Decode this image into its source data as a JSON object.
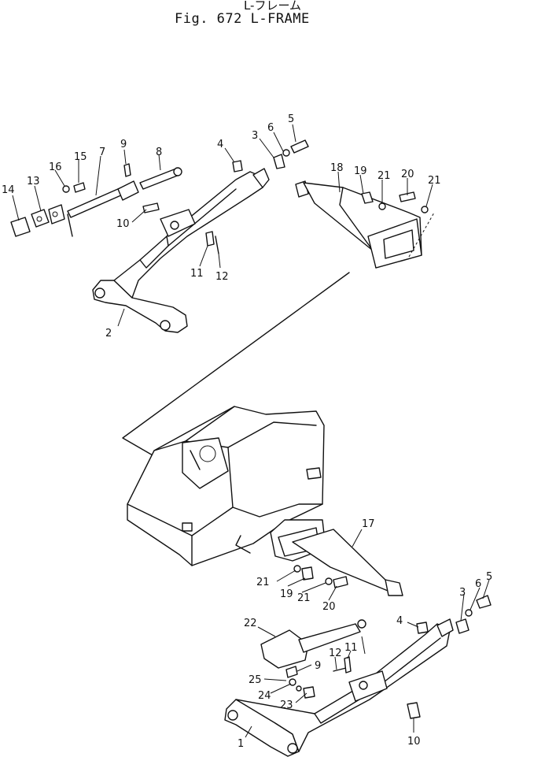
{
  "figure": {
    "title_jp": "L-フレーム",
    "title_en": "Fig. 672 L-FRAME"
  },
  "callouts": {
    "upper_left": [
      "14",
      "13",
      "16",
      "15",
      "7",
      "9",
      "8",
      "10",
      "11",
      "12",
      "4",
      "3",
      "6",
      "5",
      "2"
    ],
    "upper_right": [
      "18",
      "19",
      "21",
      "20",
      "21"
    ],
    "center": [
      "17",
      "21",
      "19",
      "21",
      "20"
    ],
    "lower": [
      "22",
      "9",
      "12",
      "11",
      "4",
      "3",
      "6",
      "5",
      "25",
      "24",
      "23",
      "1",
      "10"
    ]
  }
}
